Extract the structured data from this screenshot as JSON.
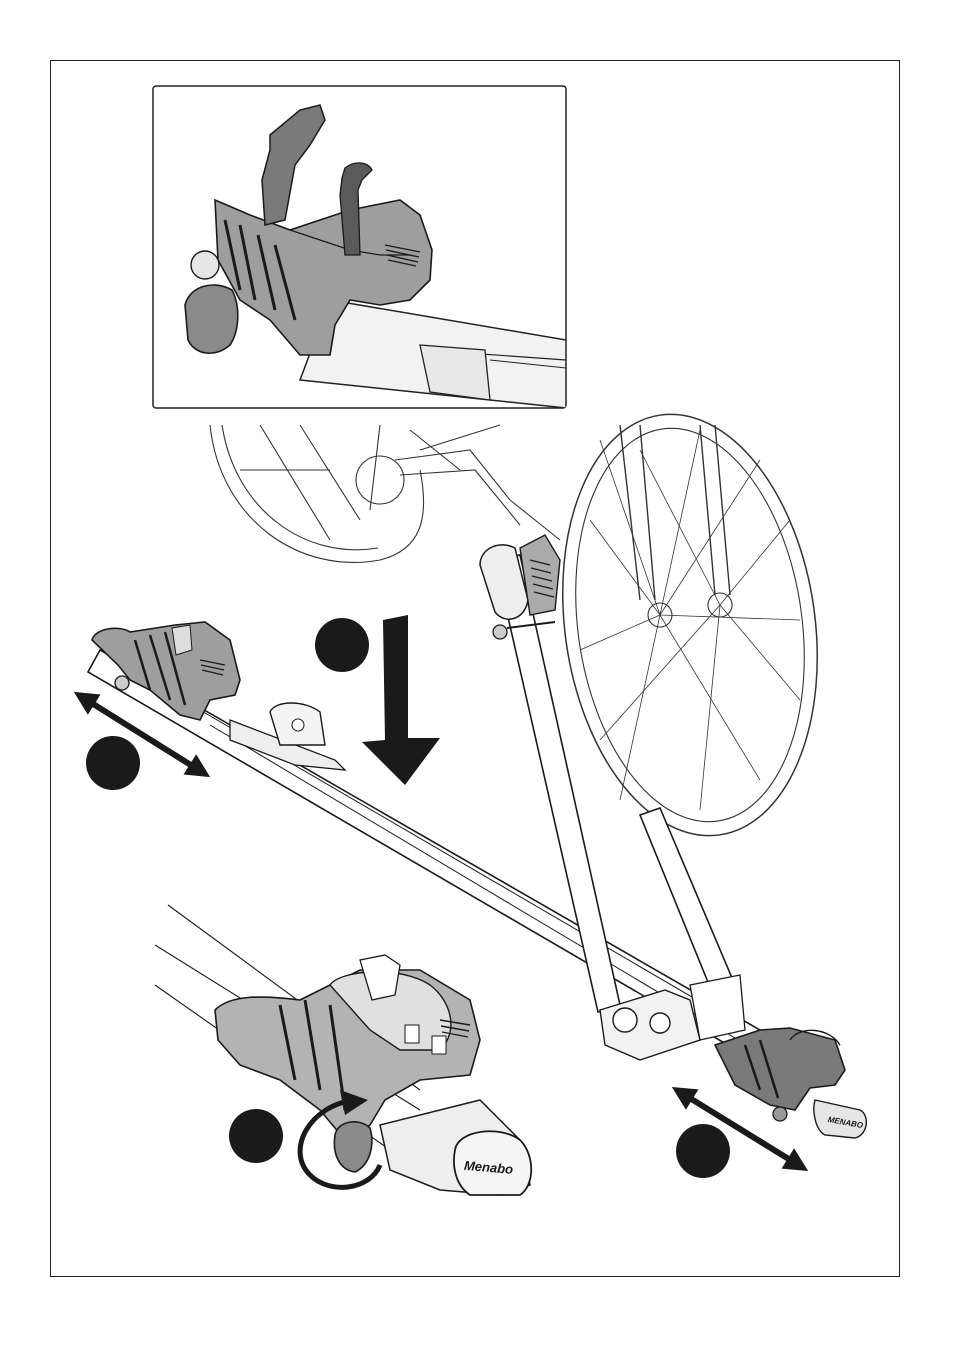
{
  "document": {
    "type": "assembly-instruction-page",
    "colors": {
      "line": "#1a1a1a",
      "carrier_fill": "#9e9e9e",
      "arm_fill": "#6f6f6f",
      "step_marker": "#1a1a1a",
      "arrow": "#1a1a1a"
    },
    "inset": {
      "description_icon": "wheel-holder-closeup"
    },
    "brand_labels": {
      "bottom_left_endcap": "Menabo",
      "bottom_right_endcap": "MENABO"
    },
    "step_markers": [
      {
        "name": "step-marker-top-center"
      },
      {
        "name": "step-marker-left"
      },
      {
        "name": "step-marker-bottom-left"
      },
      {
        "name": "step-marker-bottom-right"
      }
    ]
  }
}
